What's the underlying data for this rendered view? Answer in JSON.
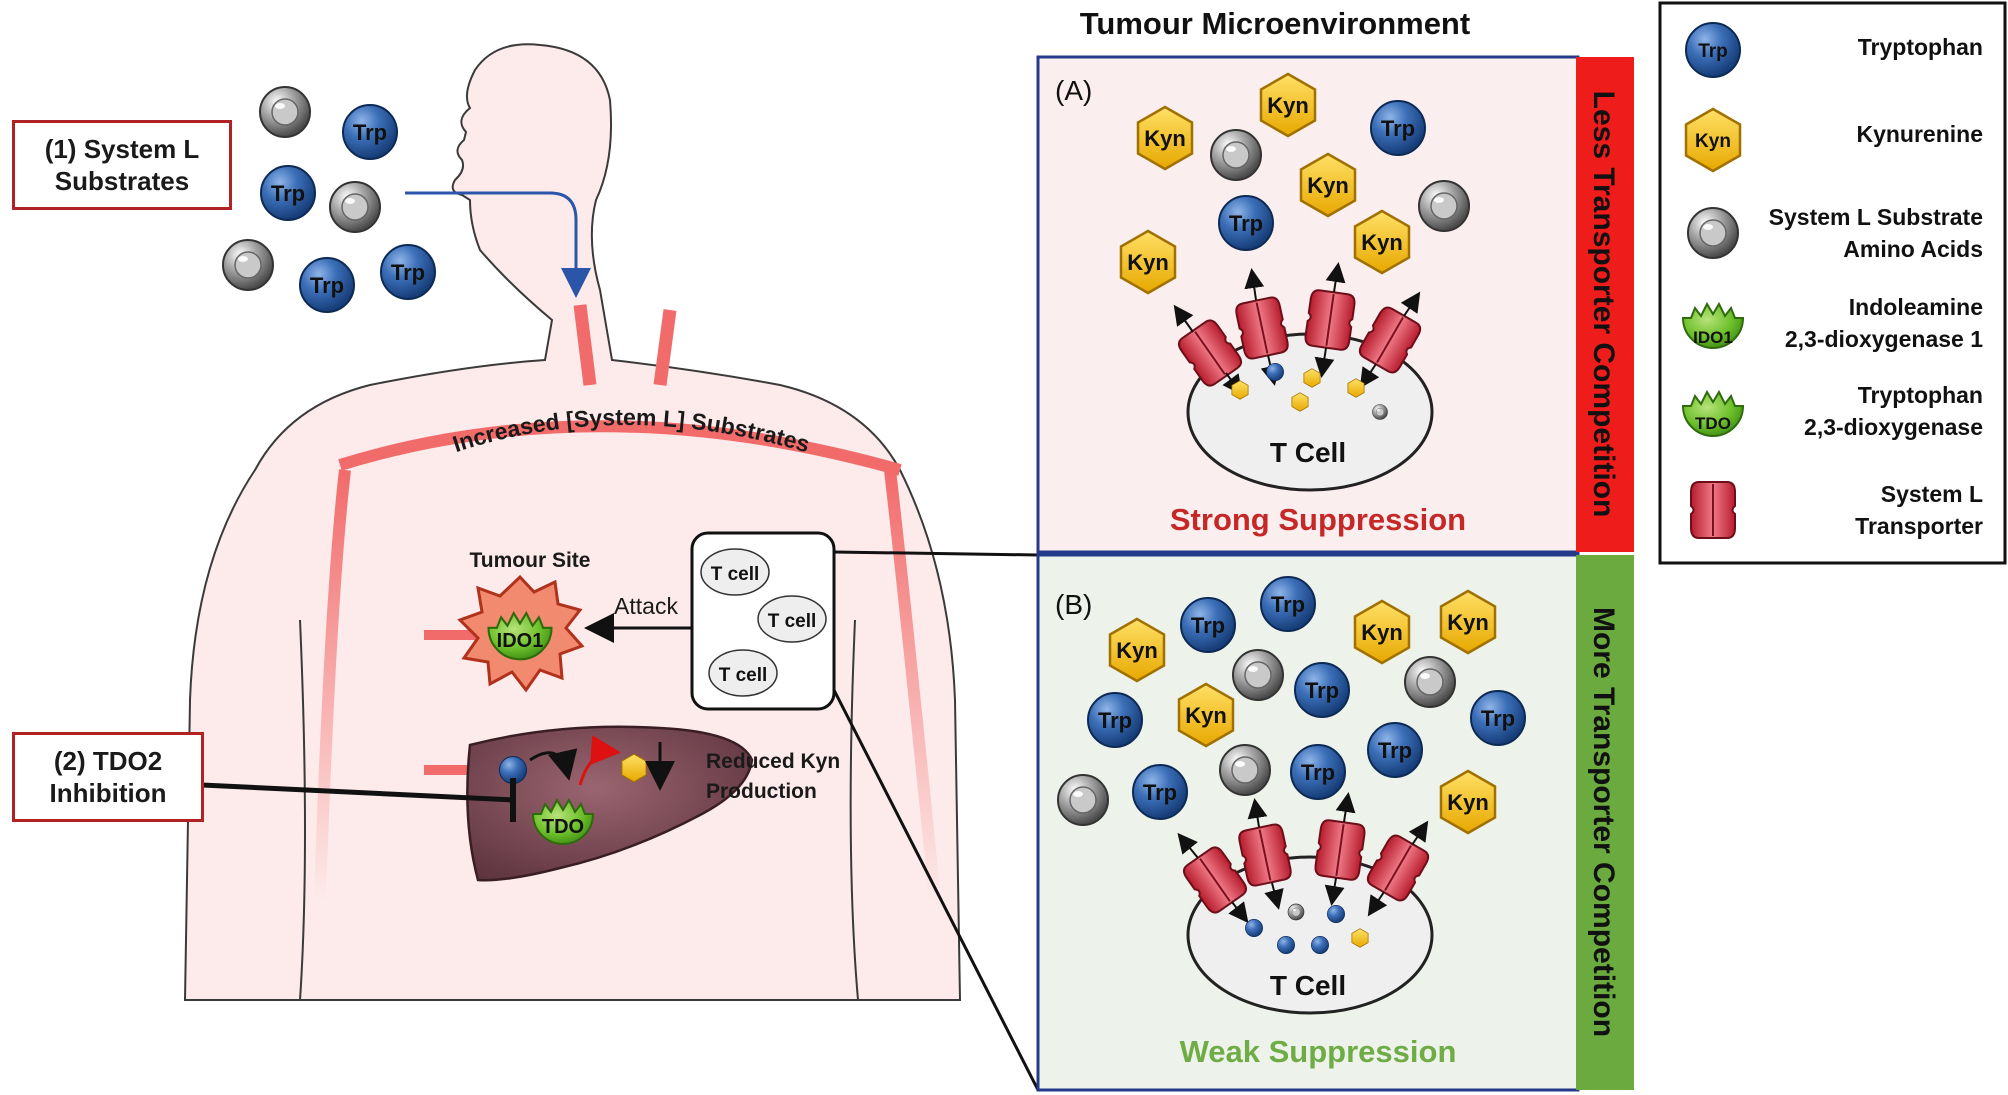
{
  "diagram": {
    "title": "Tumour Microenvironment",
    "labels": {
      "system_l_substrates": "(1) System L\nSubstrates",
      "tdo2_inhibition": "(2) TDO2\nInhibition",
      "increased_substrates": "Increased [System L] Substrates",
      "tumour_site": "Tumour Site",
      "attack": "Attack",
      "reduced_kyn": "Reduced Kyn",
      "production": "Production",
      "t_cell_small": "T cell"
    },
    "molecules": {
      "trp": "Trp",
      "kyn": "Kyn",
      "ido1": "IDO1",
      "tdo": "TDO"
    },
    "panel_a": {
      "tag": "(A)",
      "cell_label": "T Cell",
      "outcome": "Strong Suppression",
      "side_label": "Less Transporter Competition"
    },
    "panel_b": {
      "tag": "(B)",
      "cell_label": "T Cell",
      "outcome": "Weak Suppression",
      "side_label": "More Transporter Competition"
    },
    "legend": [
      {
        "icon": "trp-molecule-icon",
        "text": "Tryptophan"
      },
      {
        "icon": "kyn-molecule-icon",
        "text": "Kynurenine"
      },
      {
        "icon": "system-l-substrate-icon",
        "text": "System L Substrate\nAmino Acids"
      },
      {
        "icon": "ido1-enzyme-icon",
        "text": "Indoleamine\n2,3-dioxygenase 1"
      },
      {
        "icon": "tdo-enzyme-icon",
        "text": "Tryptophan\n2,3-dioxygenase"
      },
      {
        "icon": "system-l-transporter-icon",
        "text": "System L\nTransporter"
      }
    ],
    "colors": {
      "trp_blue": "#2a5fa8",
      "kyn_yellow": "#f2c200",
      "enzyme_green": "#6cbf2a",
      "transporter_red": "#d2374a",
      "vessel_red": "#f26b6b",
      "strong_red": "#c62828",
      "weak_green": "#6fac46",
      "less_bar": "#ef1c1c",
      "more_bar": "#6aaa3f",
      "panel_a_bg": "#fbeeee",
      "panel_b_bg": "#edf3ea",
      "panel_border": "#243a8a",
      "liver": "#7a4a55"
    }
  }
}
